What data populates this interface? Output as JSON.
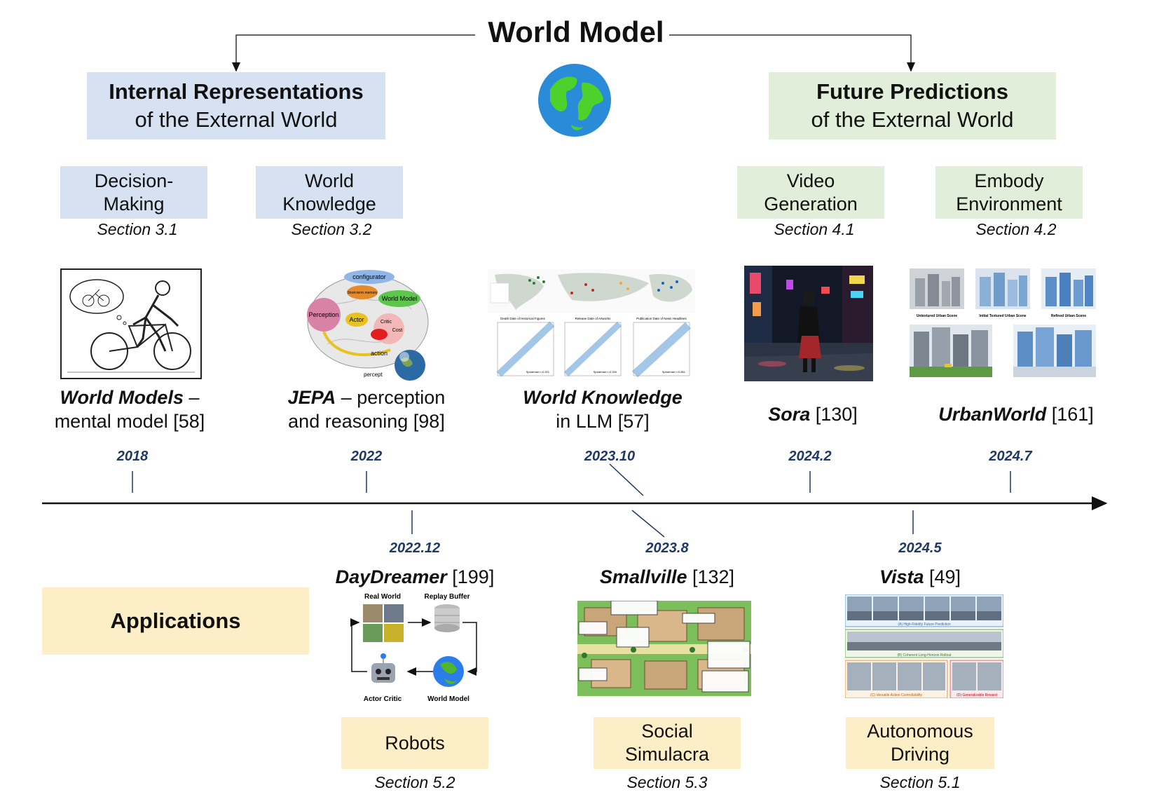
{
  "title": "World Model",
  "branches": {
    "internal": {
      "line1": "Internal Representations",
      "line2": "of the External World"
    },
    "future": {
      "line1": "Future Predictions",
      "line2": "of the External World"
    }
  },
  "categories": [
    {
      "line1": "Decision-",
      "line2": "Making",
      "section": "Section 3.1"
    },
    {
      "line1": "World",
      "line2": "Knowledge",
      "section": "Section 3.2"
    },
    {
      "line1": "Video",
      "line2": "Generation",
      "section": "Section 4.1"
    },
    {
      "line1": "Embody",
      "line2": "Environment",
      "section": "Section 4.2"
    }
  ],
  "top_papers": [
    {
      "name": "World Models",
      "rest1": " –",
      "line2": "mental model [58]",
      "year": "2018"
    },
    {
      "name": "JEPA",
      "rest1": " – perception",
      "line2": "and reasoning [98]",
      "year": "2022"
    },
    {
      "name": "World Knowledge",
      "rest1": "",
      "line2": "in LLM [57]",
      "year": "2023.10"
    },
    {
      "name": "Sora",
      "rest1": " [130]",
      "line2": "",
      "year": "2024.2"
    },
    {
      "name": "UrbanWorld",
      "rest1": " [161]",
      "line2": "",
      "year": "2024.7"
    }
  ],
  "bottom_papers": [
    {
      "name": "DayDreamer",
      "rest": " [199]",
      "year": "2022.12"
    },
    {
      "name": "Smallville",
      "rest": " [132]",
      "year": "2023.8"
    },
    {
      "name": "Vista",
      "rest": " [49]",
      "year": "2024.5"
    }
  ],
  "applications": {
    "label": "Applications",
    "items": [
      {
        "line1": "Robots",
        "line2": "",
        "section": "Section 5.2"
      },
      {
        "line1": "Social",
        "line2": "Simulacra",
        "section": "Section 5.3"
      },
      {
        "line1": "Autonomous",
        "line2": "Driving",
        "section": "Section 5.1"
      }
    ]
  },
  "figure_labels": {
    "jepa": {
      "configurator": "configurator",
      "memory": "Short-term memory",
      "world_model": "World Model",
      "perception": "Perception",
      "actor": "Actor",
      "critic": "Critic",
      "cost": "Cost",
      "action": "action",
      "percept": "percept"
    },
    "daydreamer": {
      "real_world": "Real World",
      "replay_buffer": "Replay Buffer",
      "actor_critic": "Actor Critic",
      "world_model": "World Model"
    },
    "urbanworld": {
      "a": "Untextured Urban Scene",
      "b": "Initial Textured Urban Scene",
      "c": "Refined Urban Scene"
    },
    "world_knowledge": {
      "p1": "Death Date of Historical Figures",
      "p2": "Release Date of Artworks",
      "p3": "Publication Date of News Headlines",
      "s1": "Spearman r=0.921",
      "s2": "Spearman r=0.926",
      "s3": "Spearman r=0.861"
    },
    "vista": {
      "a": "(A) High-Fidelity Future Prediction",
      "b": "(B) Coherent Long-Horizon Rollout",
      "c": "(C) Versatile Action Controllability",
      "d": "(D) Generalizable Reward"
    }
  },
  "colors": {
    "blue_box": "#d6e2f1",
    "green_box": "#e1efda",
    "yellow_box": "#fcefc7",
    "year_text": "#1f3864"
  }
}
